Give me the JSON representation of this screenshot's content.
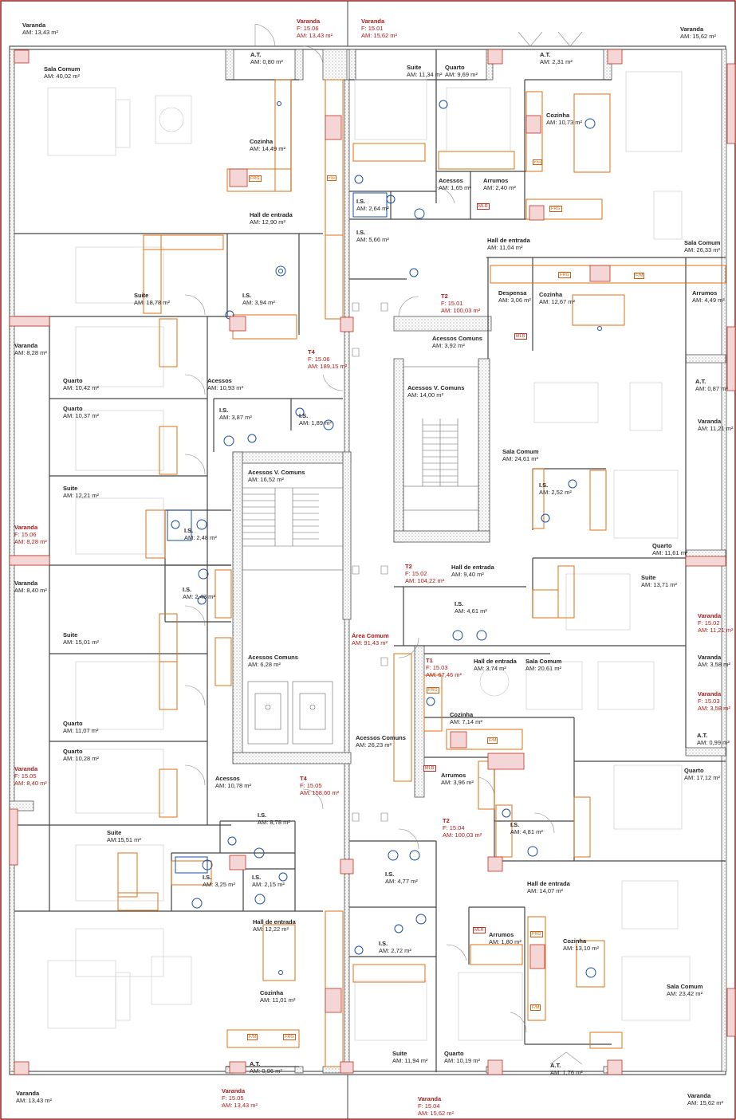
{
  "rooms": [
    {
      "id": "r1",
      "name": "Varanda",
      "area": "AM: 13,43 m²",
      "style": "dark"
    },
    {
      "id": "r2",
      "name": "Varanda",
      "area": "AM: 13,43 m²",
      "unit": "F: 15.06",
      "style": "red"
    },
    {
      "id": "r3",
      "name": "Varanda",
      "area": "AM: 15,62 m²",
      "unit": "F: 15.01",
      "style": "red"
    },
    {
      "id": "r4",
      "name": "Varanda",
      "area": "AM: 15,62 m²",
      "style": "dark"
    },
    {
      "id": "r5",
      "name": "A.T.",
      "area": "AM: 0,80 m²",
      "style": "dark"
    },
    {
      "id": "r6",
      "name": "Sala Comum",
      "area": "AM: 40,02 m²",
      "style": "dark"
    },
    {
      "id": "r7",
      "name": "Suite",
      "area": "AM: 11,34 m²",
      "style": "dark"
    },
    {
      "id": "r8",
      "name": "Quarto",
      "area": "AM: 9,69 m²",
      "style": "dark"
    },
    {
      "id": "r9",
      "name": "A.T.",
      "area": "AM: 2,31 m²",
      "style": "dark"
    },
    {
      "id": "r10",
      "name": "Cozinha",
      "area": "AM: 14,49 m²",
      "style": "dark"
    },
    {
      "id": "r11",
      "name": "Cozinha",
      "area": "AM: 10,73 m²",
      "style": "dark"
    },
    {
      "id": "r12",
      "name": "Acessos",
      "area": "AM: 1,65 m²",
      "style": "dark"
    },
    {
      "id": "r13",
      "name": "Arrumos",
      "area": "AM: 2,40 m²",
      "style": "dark"
    },
    {
      "id": "r14",
      "name": "I.S.",
      "area": "AM: 2,64 m²",
      "style": "dark"
    },
    {
      "id": "r15",
      "name": "Hall de entrada",
      "area": "AM:     12,90 m²",
      "style": "dark"
    },
    {
      "id": "r16",
      "name": "I.S.",
      "area": "AM: 5,66 m²",
      "style": "dark"
    },
    {
      "id": "r17",
      "name": "Hall de entrada",
      "area": "AM:     11,04 m²",
      "style": "dark"
    },
    {
      "id": "r18",
      "name": "Sala Comum",
      "area": "AM: 26,33 m²",
      "style": "dark"
    },
    {
      "id": "r19",
      "name": "Suite",
      "area": "AM: 18,78 m²",
      "style": "dark"
    },
    {
      "id": "r20",
      "name": "I.S.",
      "area": "AM: 3,94 m²",
      "style": "dark"
    },
    {
      "id": "r21",
      "name": "T2",
      "area": "AM: 100,03 m²",
      "unit": "F: 15.01",
      "style": "red"
    },
    {
      "id": "r22",
      "name": "Despensa",
      "area": "AM: 3,06 m²",
      "style": "dark"
    },
    {
      "id": "r23",
      "name": "Cozinha",
      "area": "AM: 12,67 m²",
      "style": "dark"
    },
    {
      "id": "r24",
      "name": "Arrumos",
      "area": "AM: 4,49 m²",
      "style": "dark"
    },
    {
      "id": "r25",
      "name": "Varanda",
      "area": "AM: 8,28 m²",
      "style": "dark"
    },
    {
      "id": "r26",
      "name": "Acessos Comuns",
      "area": "AM:          3,92 m²",
      "style": "dark"
    },
    {
      "id": "r27",
      "name": "T4",
      "area": "AM: 189,15 m²",
      "unit": "F: 15.06",
      "style": "red"
    },
    {
      "id": "r28",
      "name": "Quarto",
      "area": "AM: 10,42 m²",
      "style": "dark"
    },
    {
      "id": "r29",
      "name": "Acessos",
      "area": "AM: 10,93 m²",
      "style": "dark"
    },
    {
      "id": "r30",
      "name": "Acessos V. Comuns",
      "area": "AM:          14,00 m²",
      "style": "dark"
    },
    {
      "id": "r31",
      "name": "A.T.",
      "area": "AM: 0,87 m²",
      "style": "dark"
    },
    {
      "id": "r32",
      "name": "Quarto",
      "area": "AM: 10,37 m²",
      "style": "dark"
    },
    {
      "id": "r33",
      "name": "I.S.",
      "area": "AM: 3,87 m²",
      "style": "dark"
    },
    {
      "id": "r34",
      "name": "I.S.",
      "area": "AM: 1,89 m²",
      "style": "dark"
    },
    {
      "id": "r35",
      "name": "Varanda",
      "area": "AM: 11,21 m²",
      "style": "dark"
    },
    {
      "id": "r36",
      "name": "Sala Comum",
      "area": "AM: 24,61 m²",
      "style": "dark"
    },
    {
      "id": "r37",
      "name": "Acessos V. Comuns",
      "area": "AM:          16,52 m²",
      "style": "dark"
    },
    {
      "id": "r38",
      "name": "Suite",
      "area": "AM: 12,21 m²",
      "style": "dark"
    },
    {
      "id": "r39",
      "name": "I.S.",
      "area": "AM: 2,52 m²",
      "style": "dark"
    },
    {
      "id": "r40",
      "name": "Varanda",
      "area": "AM: 8,28 m²",
      "unit": "F: 15.06",
      "style": "red"
    },
    {
      "id": "r41",
      "name": "I.S.",
      "area": "AM: 2,48 m²",
      "style": "dark"
    },
    {
      "id": "r42",
      "name": "Quarto",
      "area": "AM: 11,61 m²",
      "style": "dark"
    },
    {
      "id": "r43",
      "name": "Hall de entrada",
      "area": "AM:     9,40 m²",
      "style": "dark"
    },
    {
      "id": "r44",
      "name": "T2",
      "area": "AM: 104,22 m²",
      "unit": "F: 15.02",
      "style": "red"
    },
    {
      "id": "r45",
      "name": "Suite",
      "area": "AM: 13,71 m²",
      "style": "dark"
    },
    {
      "id": "r46",
      "name": "Varanda",
      "area": "AM: 8,40 m²",
      "style": "dark"
    },
    {
      "id": "r47",
      "name": "I.S.",
      "area": "AM: 2,48 m²",
      "style": "dark"
    },
    {
      "id": "r48",
      "name": "I.S.",
      "area": "AM: 4,61 m²",
      "style": "dark"
    },
    {
      "id": "r49",
      "name": "Varanda",
      "area": "AM: 11,21 m²",
      "unit": "F: 15.02",
      "style": "red"
    },
    {
      "id": "r50",
      "name": "Suite",
      "area": "AM: 15,01 m²",
      "style": "dark"
    },
    {
      "id": "r51",
      "name": "Área Comum",
      "area": "AM: 91,43 m²",
      "style": "red"
    },
    {
      "id": "r52",
      "name": "Acessos Comuns",
      "area": "AM:          6,28 m²",
      "style": "dark"
    },
    {
      "id": "r53",
      "name": "T1",
      "area": "AM: 67,46 m²",
      "unit": "F: 15.03",
      "style": "red"
    },
    {
      "id": "r54",
      "name": "Hall de entrada",
      "area": "AM: 3,74 m²",
      "style": "dark"
    },
    {
      "id": "r55",
      "name": "Sala Comum",
      "area": "AM: 20,61 m²",
      "style": "dark"
    },
    {
      "id": "r56",
      "name": "Varanda",
      "area": "AM: 3,58 m²",
      "style": "dark"
    },
    {
      "id": "r57",
      "name": "Varanda",
      "area": "AM: 3,58 m²",
      "unit": "F: 15.03",
      "style": "red"
    },
    {
      "id": "r58",
      "name": "Cozinha",
      "area": "AM: 7,14 m²",
      "style": "dark"
    },
    {
      "id": "r59",
      "name": "Quarto",
      "area": "AM: 11,07 m²",
      "style": "dark"
    },
    {
      "id": "r60",
      "name": "Acessos Comuns",
      "area": "AM:          26,23 m²",
      "style": "dark"
    },
    {
      "id": "r61",
      "name": "A.T.",
      "area": "AM: 0,99 m²",
      "style": "dark"
    },
    {
      "id": "r62",
      "name": "Quarto",
      "area": "AM: 10,28 m²",
      "style": "dark"
    },
    {
      "id": "r63",
      "name": "Varanda",
      "area": "AM: 8,40 m²",
      "unit": "F: 15.05",
      "style": "red"
    },
    {
      "id": "r64",
      "name": "Acessos",
      "area": "AM: 10,78 m²",
      "style": "dark"
    },
    {
      "id": "r65",
      "name": "T4",
      "area": "AM: 158,60 m²",
      "unit": "F: 15.05",
      "style": "red"
    },
    {
      "id": "r66",
      "name": "Arrumos",
      "area": "AM: 3,96 m²",
      "style": "dark"
    },
    {
      "id": "r67",
      "name": "Quarto",
      "area": "AM: 17,12 m²",
      "style": "dark"
    },
    {
      "id": "r68",
      "name": "I.S.",
      "area": "AM: 8,78 m²",
      "style": "dark"
    },
    {
      "id": "r69",
      "name": "T2",
      "area": "AM: 100,03 m²",
      "unit": "F: 15.04",
      "style": "red"
    },
    {
      "id": "r70",
      "name": "I.S.",
      "area": "AM: 4,81 m²",
      "style": "dark"
    },
    {
      "id": "r71",
      "name": "Suite",
      "area": "AM:15,51 m²",
      "style": "dark"
    },
    {
      "id": "r72",
      "name": "I.S.",
      "area": "AM: 4,77 m²",
      "style": "dark"
    },
    {
      "id": "r73",
      "name": "I.S.",
      "area": "AM: 3,25 m²",
      "style": "dark"
    },
    {
      "id": "r74",
      "name": "I.S.",
      "area": "AM: 2,15 m²",
      "style": "dark"
    },
    {
      "id": "r75",
      "name": "Hall de entrada",
      "area": "AM:     14,07 m²",
      "style": "dark"
    },
    {
      "id": "r76",
      "name": "Hall de entrada",
      "area": "AM:     12,22 m²",
      "style": "dark"
    },
    {
      "id": "r77",
      "name": "Arrumos",
      "area": "AM: 1,80 m²",
      "style": "dark"
    },
    {
      "id": "r78",
      "name": "I.S.",
      "area": "AM: 2,72 m²",
      "style": "dark"
    },
    {
      "id": "r79",
      "name": "Cozinha",
      "area": "AM: 13,10 m²",
      "style": "dark"
    },
    {
      "id": "r80",
      "name": "Cozinha",
      "area": "AM: 11,01 m²",
      "style": "dark"
    },
    {
      "id": "r81",
      "name": "Sala Comum",
      "area": "AM: 23,42 m²",
      "style": "dark"
    },
    {
      "id": "r82",
      "name": "A.T.",
      "area": "AM: 0,96 m²",
      "style": "dark"
    },
    {
      "id": "r83",
      "name": "Suite",
      "area": "AM: 11,94 m²",
      "style": "dark"
    },
    {
      "id": "r84",
      "name": "Quarto",
      "area": "AM: 10,19 m²",
      "style": "dark"
    },
    {
      "id": "r85",
      "name": "A.T.",
      "area": "AM: 1,76 m²",
      "style": "dark"
    },
    {
      "id": "r86",
      "name": "Varanda",
      "area": "AM: 13,43 m²",
      "style": "dark"
    },
    {
      "id": "r87",
      "name": "Varanda",
      "area": "AM: 13,43 m²",
      "unit": "F: 15.05",
      "style": "red"
    },
    {
      "id": "r88",
      "name": "Varanda",
      "area": "AM: 15,62 m²",
      "unit": "F: 15.04",
      "style": "red"
    },
    {
      "id": "r89",
      "name": "Varanda",
      "area": "AM: 15,62 m²",
      "style": "dark"
    }
  ],
  "tags": {
    "frg": "FRG",
    "fm": "F/M",
    "mlr": "MLR"
  },
  "colors": {
    "wall": "#555555",
    "hatch": "#8a8a8a",
    "furniture": "#e07010",
    "sanitary": "#1a4fa0",
    "label_red": "#b01818",
    "border": "#9a1a1a"
  }
}
